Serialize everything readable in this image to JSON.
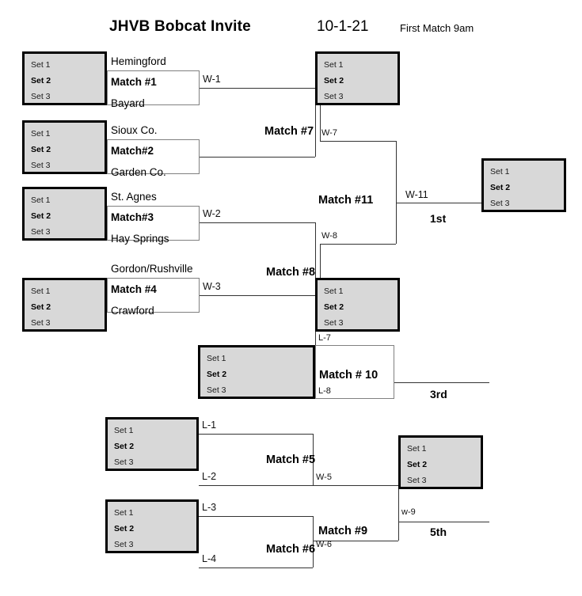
{
  "header": {
    "title": "JHVB Bobcat Invite",
    "date": "10-1-21",
    "note": "First Match 9am"
  },
  "set_labels": {
    "set1": "Set 1",
    "set2": "Set 2",
    "set3": "Set 3"
  },
  "teams": {
    "hemingford": "Hemingford",
    "bayard": "Bayard",
    "sioux_co": "Sioux Co.",
    "garden_co": "Garden Co.",
    "st_agnes": "St. Agnes",
    "hay_springs": "Hay Springs",
    "gordon_rushville": "Gordon/Rushville",
    "crawford": "Crawford"
  },
  "matches": {
    "m1": "Match #1",
    "m2": "Match#2",
    "m3": "Match#3",
    "m4": "Match #4",
    "m5": "Match #5",
    "m6": "Match #6",
    "m7": "Match #7",
    "m8": "Match #8",
    "m9": "Match #9",
    "m10": "Match # 10",
    "m11": "Match #11"
  },
  "feeds": {
    "w1": "W-1",
    "w2": "W-2",
    "w3": "W-3",
    "w5": "W-5",
    "w6": "W-6",
    "w7": "W-7",
    "w8": "W-8",
    "w9": "w-9",
    "w11": "W-11",
    "l1": "L-1",
    "l2": "L-2",
    "l3": "L-3",
    "l4": "L-4",
    "l7": "L-7",
    "l8": "L-8"
  },
  "placements": {
    "first": "1st",
    "third": "3rd",
    "fifth": "5th"
  },
  "colors": {
    "setbox_fill": "#d8d8d8",
    "setbox_border": "#000000",
    "line": "#606060",
    "text": "#000000"
  }
}
